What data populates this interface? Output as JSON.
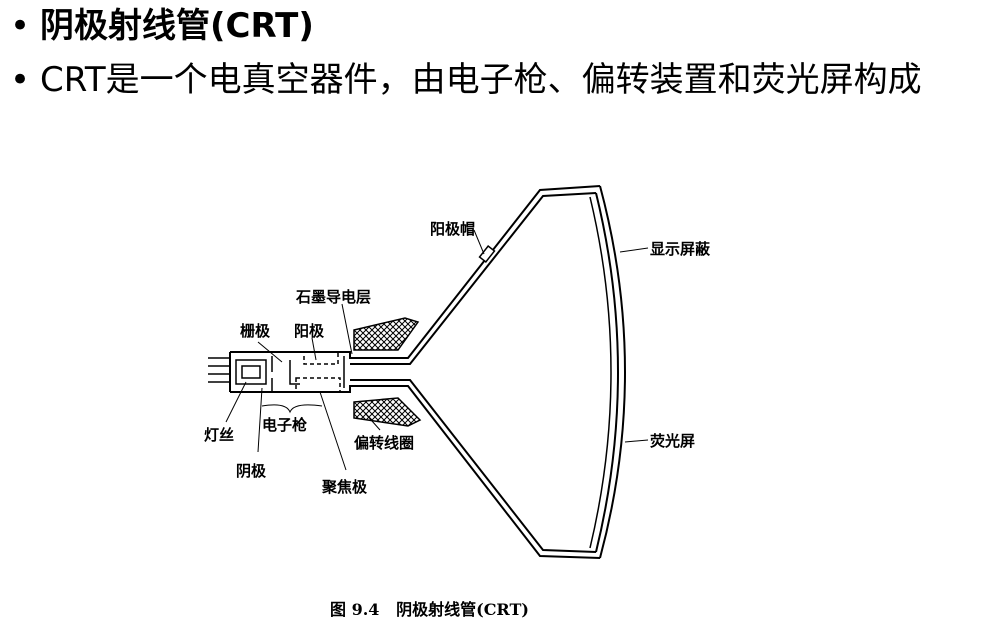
{
  "slide": {
    "bullet_char": "•",
    "heading": "阴极射线管(CRT)",
    "description": "CRT是一个电真空器件，由电子枪、偏转装置和荧光屏构成"
  },
  "figure": {
    "labels": {
      "anode_cap": "阳极帽",
      "screen_shield": "显示屏蔽",
      "graphite_layer": "石墨导电层",
      "grid": "栅极",
      "anode": "阳极",
      "filament": "灯丝",
      "electron_gun": "电子枪",
      "deflection_coil": "偏转线圈",
      "phosphor_screen": "荧光屏",
      "cathode": "阴极",
      "focusing_electrode": "聚焦极"
    },
    "caption": "图 9.4   阴极射线管(CRT)"
  }
}
